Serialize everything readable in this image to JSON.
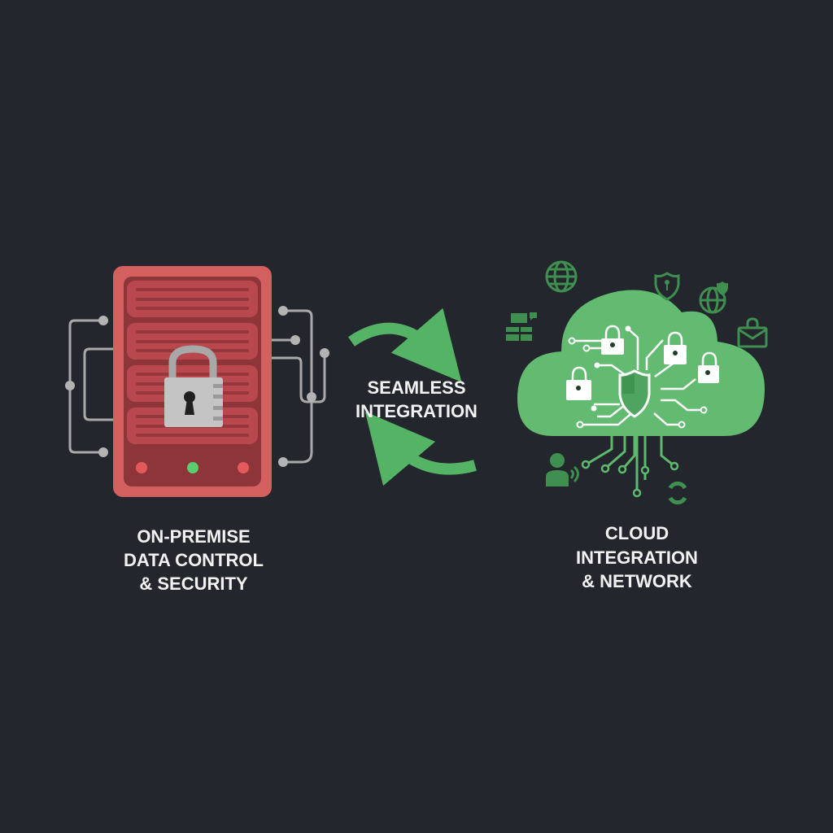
{
  "center_label": {
    "line1": "SEAMLESS",
    "line2": "INTEGRATION"
  },
  "left_label": {
    "line1": "ON-PREMISE",
    "line2": "DATA CONTROL",
    "line3": "& SECURITY"
  },
  "right_label": {
    "line1": "CLOUD",
    "line2": "INTEGRATION",
    "line3": "& NETWORK"
  },
  "colors": {
    "background": "#23262d",
    "server": "#d35f5f",
    "cloud": "#62bb70",
    "arrow": "#55b366",
    "led_green": "#5ccc70",
    "led_red": "#e35a5a"
  }
}
